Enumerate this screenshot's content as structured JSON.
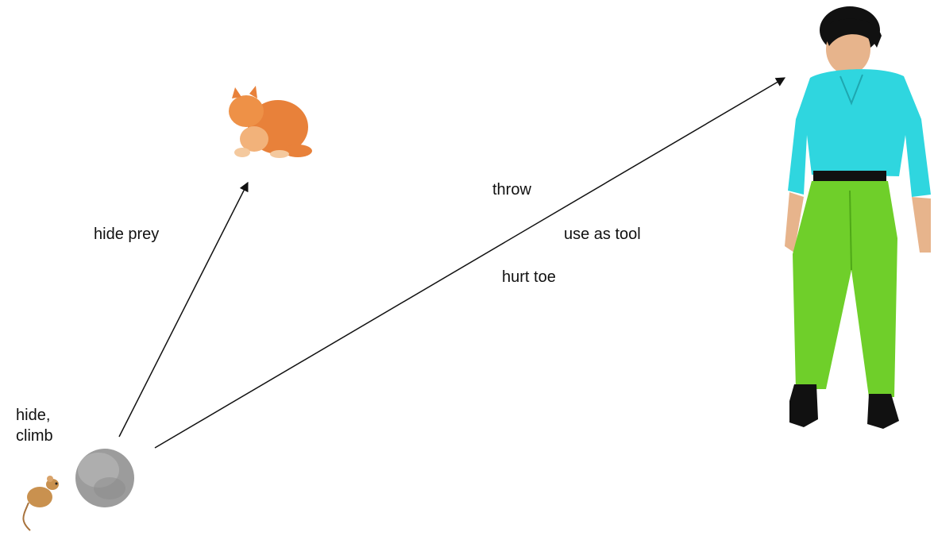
{
  "labels": {
    "mouse": "hide,\nclimb",
    "cat": "hide prey",
    "human_1": "throw",
    "human_2": "use as tool",
    "human_3": "hurt toe"
  },
  "colors": {
    "shirt": "#2fd6df",
    "pants": "#6fcf2a",
    "hair": "#111111",
    "skin": "#e7b48c",
    "cat": "#e8813a",
    "rock": "#9c9c9c",
    "mouse": "#c9914f",
    "arrow": "#111111"
  },
  "icons": [
    "mouse-icon",
    "rock-icon",
    "cat-icon",
    "human-icon"
  ]
}
